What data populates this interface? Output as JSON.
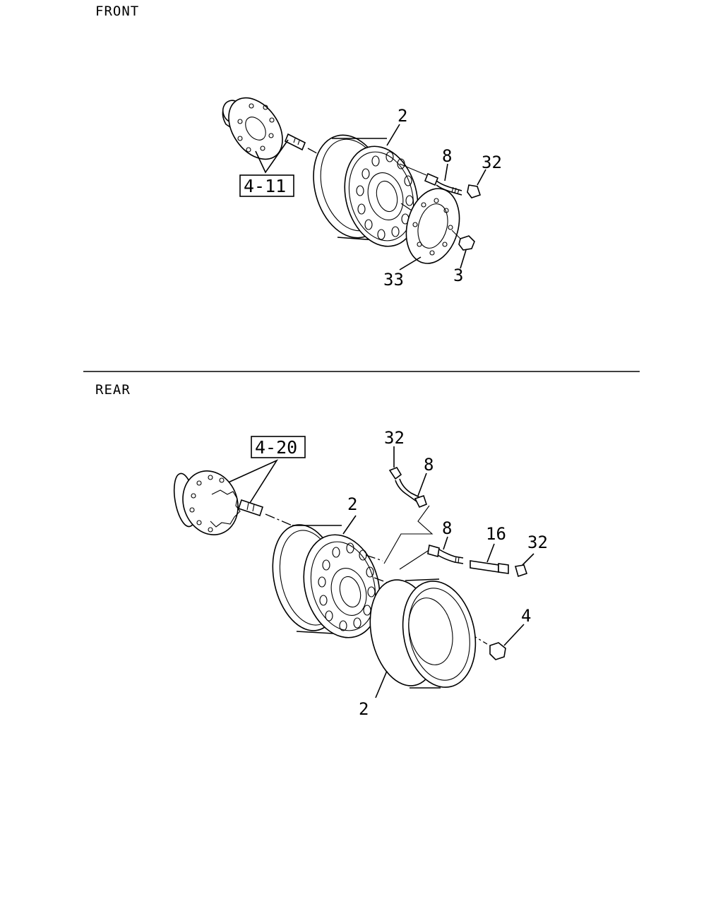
{
  "sections": {
    "front": {
      "title": "FRONT",
      "ref_box": "4-11",
      "callouts": {
        "rim": "2",
        "valve_extension": "8",
        "valve_cap": "32",
        "disc_plate": "33",
        "nut": "3"
      }
    },
    "rear": {
      "title": "REAR",
      "ref_box": "4-20",
      "callouts": {
        "valve_cap_top": "32",
        "valve_extension_top": "8",
        "rim_inner": "2",
        "valve_extension": "8",
        "valve_stem": "16",
        "valve_cap": "32",
        "nut": "4",
        "rim_outer": "2"
      }
    }
  }
}
